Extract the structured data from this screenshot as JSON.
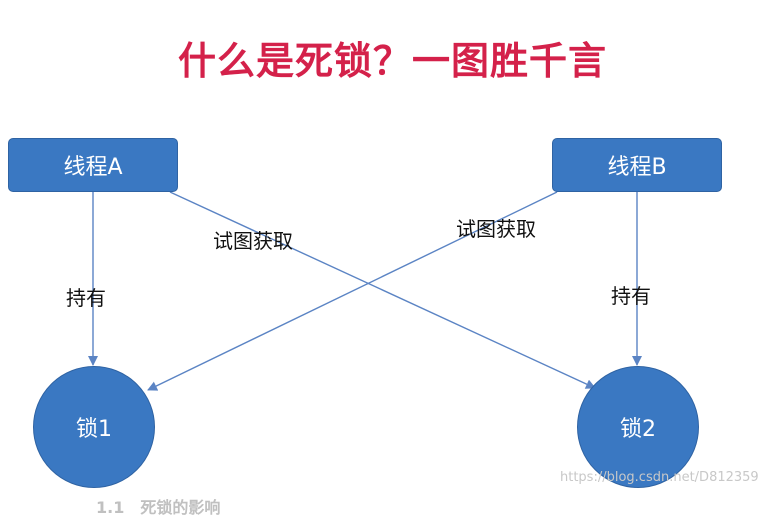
{
  "title": "什么是死锁？一图胜千言",
  "nodes": {
    "thread_a": "线程A",
    "thread_b": "线程B",
    "lock_1": "锁1",
    "lock_2": "锁2"
  },
  "edges": {
    "a_tries_lock_2": "试图获取",
    "b_tries_lock_1": "试图获取",
    "a_holds_lock_1": "持有",
    "b_holds_lock_2": "持有"
  },
  "footer": {
    "section_heading": "1.1　死锁的影响",
    "watermark": "https://blog.csdn.net/D812359"
  },
  "colors": {
    "title": "#d4214a",
    "node_fill": "#3a78c2",
    "edge": "#5b84c4"
  }
}
